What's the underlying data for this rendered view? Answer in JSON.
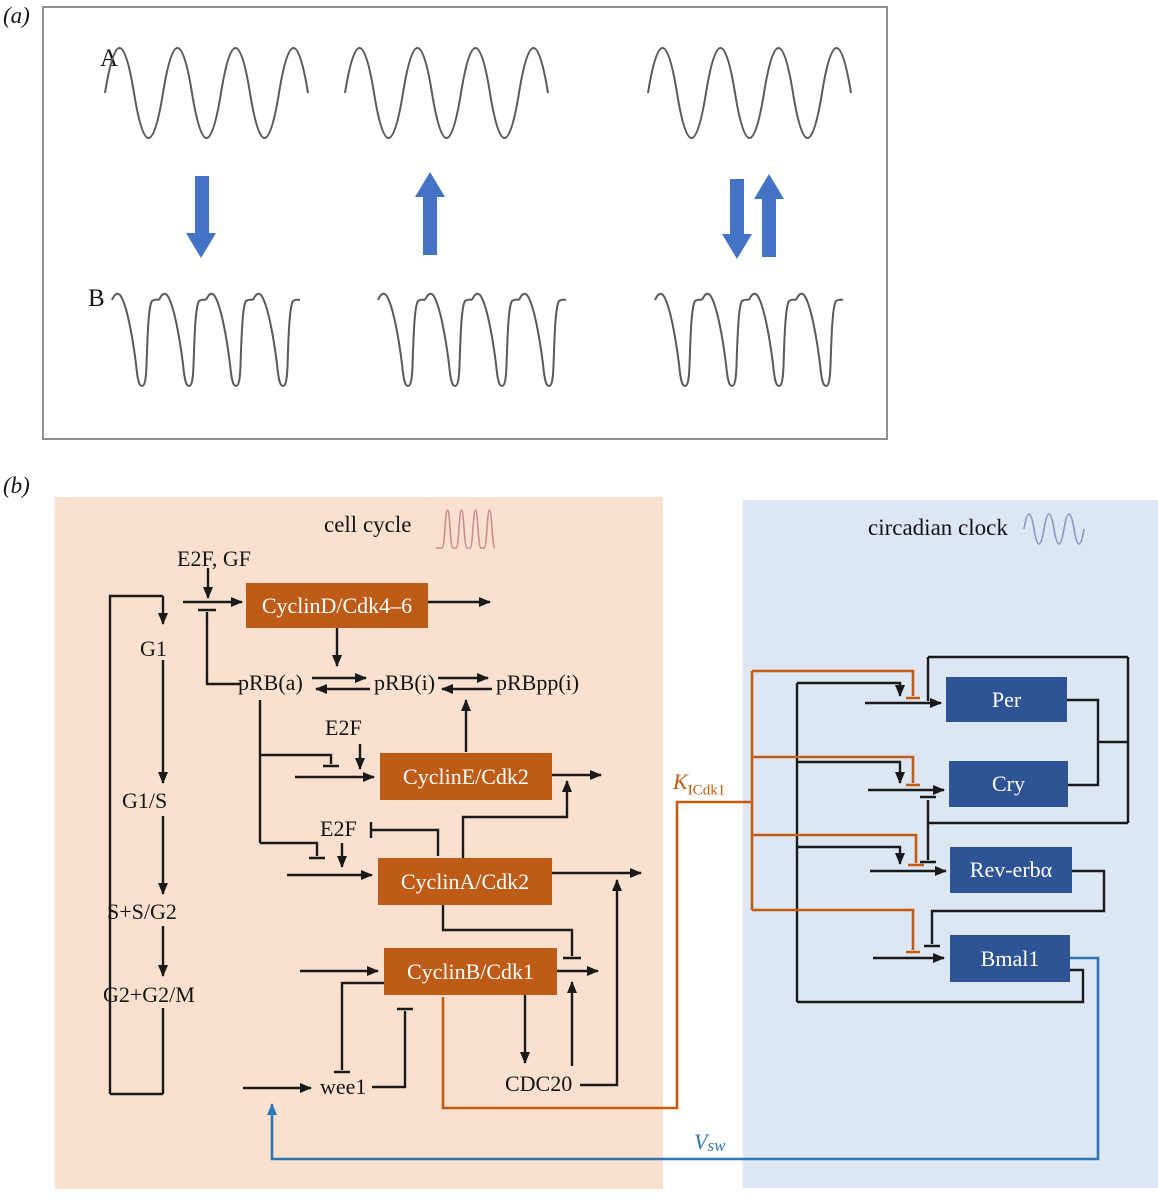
{
  "panel_a": {
    "label": "(a)",
    "series_a": "A",
    "series_b": "B"
  },
  "panel_b": {
    "label": "(b)",
    "cell_cycle": {
      "title": "cell cycle",
      "boxes": {
        "cyclin_d": "CyclinD/Cdk4–6",
        "cyclin_e": "CyclinE/Cdk2",
        "cyclin_a": "CyclinA/Cdk2",
        "cyclin_b": "CyclinB/Cdk1"
      },
      "labels": {
        "e2f_gf": "E2F, GF",
        "g1": "G1",
        "prb_a": "pRB(a)",
        "prb_i": "pRB(i)",
        "prbpp_i": "pRBpp(i)",
        "e2f_upper": "E2F",
        "e2f_lower": "E2F",
        "g1_s": "G1/S",
        "s_sg2": "S+S/G2",
        "g2_g2m": "G2+G2/M",
        "wee1": "wee1",
        "cdc20": "CDC20"
      }
    },
    "circadian": {
      "title": "circadian clock",
      "boxes": {
        "per": "Per",
        "cry": "Cry",
        "rev_erb": "Rev-erbα",
        "bmal1": "Bmal1"
      }
    },
    "couplings": {
      "k_icdk1": {
        "base": "K",
        "sub": "ICdk1"
      },
      "v_sw": {
        "base": "V",
        "sub": "sw"
      }
    }
  },
  "colors": {
    "cell_cycle_box": "#BE5B17",
    "clock_box": "#2E5496",
    "cell_cycle_bg": "#FAE1CF",
    "clock_bg": "#DDE6F3",
    "coupling_orange": "#C55A11",
    "coupling_blue": "#2E75B6",
    "perturbation_arrow_blue": "#4472C4"
  }
}
